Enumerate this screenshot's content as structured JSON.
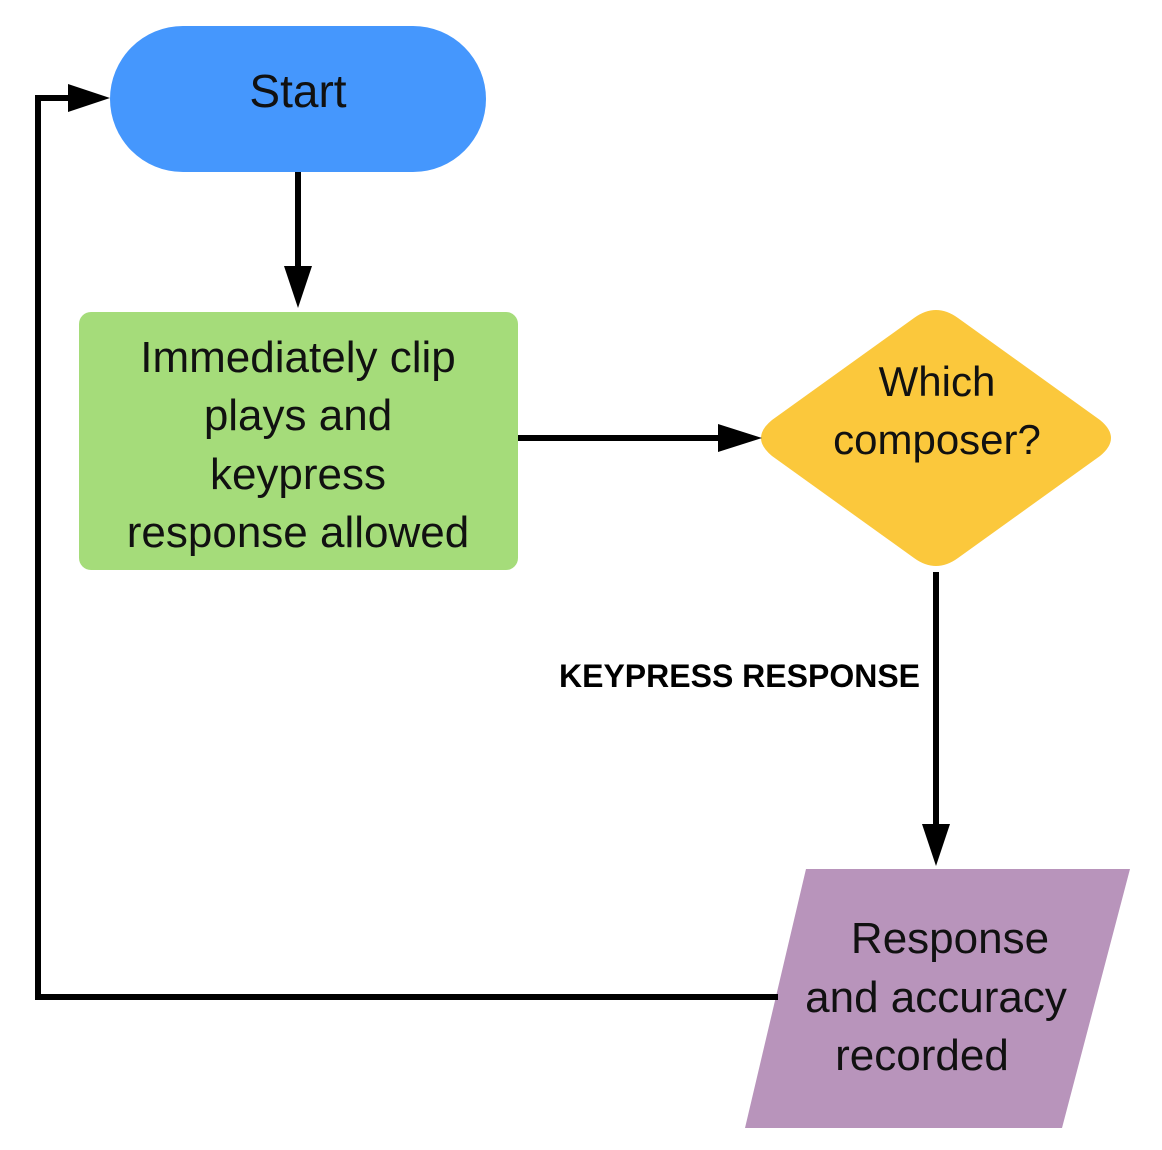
{
  "colors": {
    "start": "#4597fd",
    "process": "#a5dc7a",
    "decision": "#fbc83c",
    "output": "#b894bb",
    "edge": "#000000"
  },
  "nodes": {
    "start": {
      "shape": "terminator",
      "lines": [
        "Start"
      ]
    },
    "process": {
      "shape": "rectangle",
      "lines": [
        "Immediately clip",
        "plays and",
        "keypress",
        "response allowed"
      ]
    },
    "decision": {
      "shape": "diamond",
      "lines": [
        "Which",
        "composer?"
      ]
    },
    "output": {
      "shape": "parallelogram",
      "lines": [
        "Response",
        "and accuracy",
        "recorded"
      ]
    }
  },
  "edges": {
    "start_to_process": {
      "label": ""
    },
    "process_to_decision": {
      "label": ""
    },
    "decision_to_output": {
      "label": "KEYPRESS RESPONSE"
    },
    "output_to_start": {
      "label": ""
    }
  }
}
